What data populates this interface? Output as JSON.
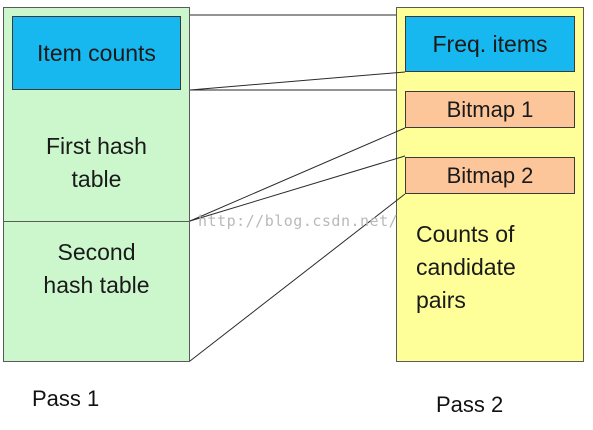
{
  "pass1": {
    "item_counts": "Item counts",
    "first_hash_table": "First hash\ntable",
    "second_hash_table": "Second\nhash table",
    "caption": "Pass 1"
  },
  "pass2": {
    "freq_items": "Freq. items",
    "bitmap1": "Bitmap 1",
    "bitmap2": "Bitmap 2",
    "counts_of_candidate_pairs": "Counts of\ncandidate\npairs",
    "caption": "Pass 2"
  },
  "watermark": "http://blog.csdn.net/",
  "colors": {
    "pass1_fill": "#ccf7cc",
    "pass2_fill": "#ffff99",
    "item_box_fill": "#16b8ef",
    "bitmap_fill": "#fcc69a"
  }
}
